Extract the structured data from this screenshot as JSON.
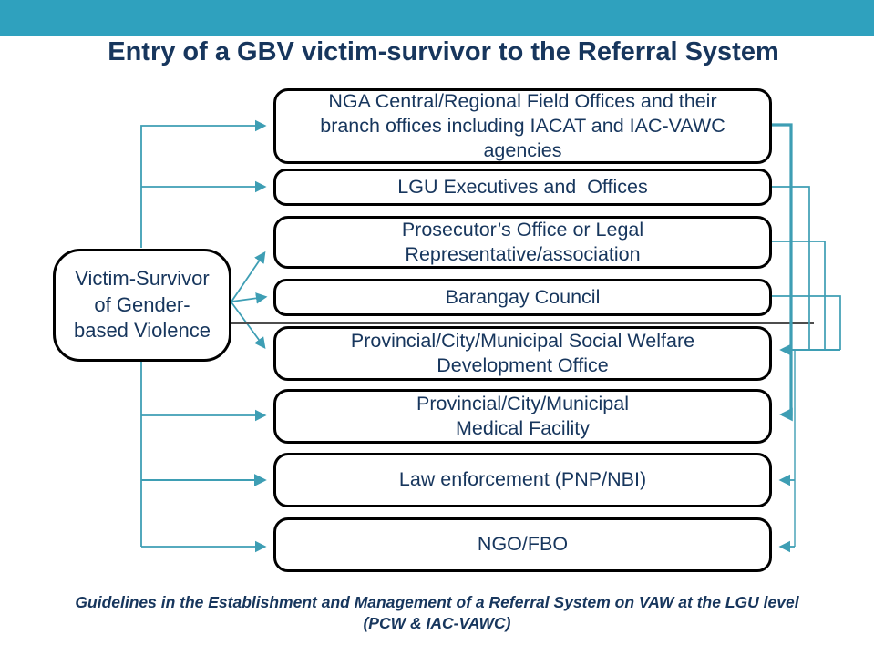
{
  "slide": {
    "title": "Entry of a GBV victim-survivor to the Referral System",
    "footer": "Guidelines in the Establishment and Management of a Referral System on VAW at the LGU level\n(PCW & IAC-VAWC)"
  },
  "diagram": {
    "source_box": {
      "label": "Victim-Survivor\nof Gender-\nbased Violence"
    },
    "boxes": [
      {
        "id": "nga",
        "label": "NGA Central/Regional Field Offices and their\nbranch offices including IACAT and IAC-VAWC\nagencies"
      },
      {
        "id": "lgu",
        "label": "LGU Executives and  Offices"
      },
      {
        "id": "prosecutor",
        "label": "Prosecutor’s Office or Legal\nRepresentative/association"
      },
      {
        "id": "barangay",
        "label": "Barangay Council"
      },
      {
        "id": "swdo",
        "label": "Provincial/City/Municipal Social Welfare\nDevelopment Office"
      },
      {
        "id": "medical",
        "label": "Provincial/City/Municipal\nMedical Facility"
      },
      {
        "id": "law",
        "label": "Law enforcement (PNP/NBI)"
      },
      {
        "id": "ngo",
        "label": "NGO/FBO"
      }
    ],
    "colors": {
      "header_bar": "#2fa1be",
      "connector_teal": "#3e9eb4",
      "connector_dark": "#4d4d4d",
      "box_border": "#000000",
      "text_navy": "#17365d",
      "background": "#ffffff"
    }
  }
}
